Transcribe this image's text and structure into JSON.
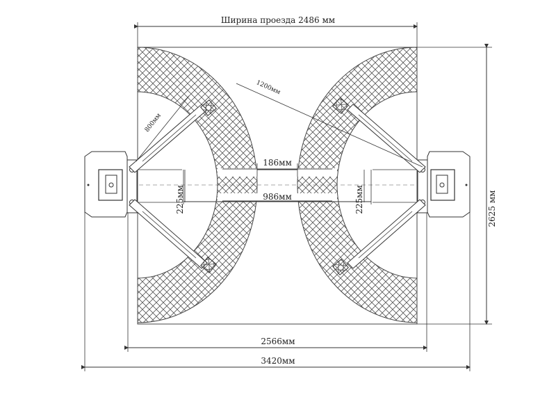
{
  "labels": {
    "drive_width": "Ширина проезда 2486 мм",
    "gap_186": "186мм",
    "gap_986": "986мм",
    "arm_225_left": "225мм",
    "arm_225_right": "225мм",
    "reach_1200": "1200мм",
    "reach_800": "800мм",
    "width_2566": "2566мм",
    "width_3420": "3420мм",
    "depth_2625": "2625 мм"
  },
  "colors": {
    "line": "#333333",
    "hatch": "#555555",
    "background": "#ffffff"
  }
}
